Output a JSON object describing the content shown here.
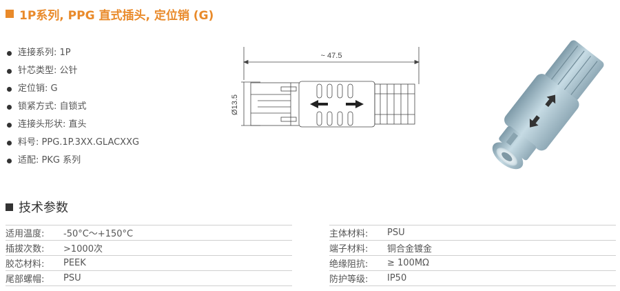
{
  "header": {
    "title": "1P系列, PPG 直式插头, 定位销 (G)"
  },
  "specs": [
    "连接系列: 1P",
    "针芯类型: 公针",
    "定位销: G",
    "锁紧方式: 自锁式",
    "连接头形状: 直头",
    "料号: PPG.1P.3XX.GLACXXG",
    "适配: PKG 系列"
  ],
  "drawing": {
    "length_label": "~ 47.5",
    "diameter_label": "Ø13.5"
  },
  "section": {
    "title": "技术参数"
  },
  "params_left": [
    {
      "k": "适用温度:",
      "v": "-50°C～+150°C"
    },
    {
      "k": "插拔次数:",
      "v": ">1000次"
    },
    {
      "k": "胶芯材料:",
      "v": "PEEK"
    },
    {
      "k": "尾部螺帽:",
      "v": "PSU"
    }
  ],
  "params_right": [
    {
      "k": "主体材料:",
      "v": "PSU"
    },
    {
      "k": "端子材料:",
      "v": "铜合金镀金"
    },
    {
      "k": "绝缘阻抗:",
      "v": "≥ 100MΩ"
    },
    {
      "k": "防护等级:",
      "v": "IP50"
    }
  ],
  "colors": {
    "accent": "#e98a2a",
    "connector_body": "#a9c3cf"
  }
}
